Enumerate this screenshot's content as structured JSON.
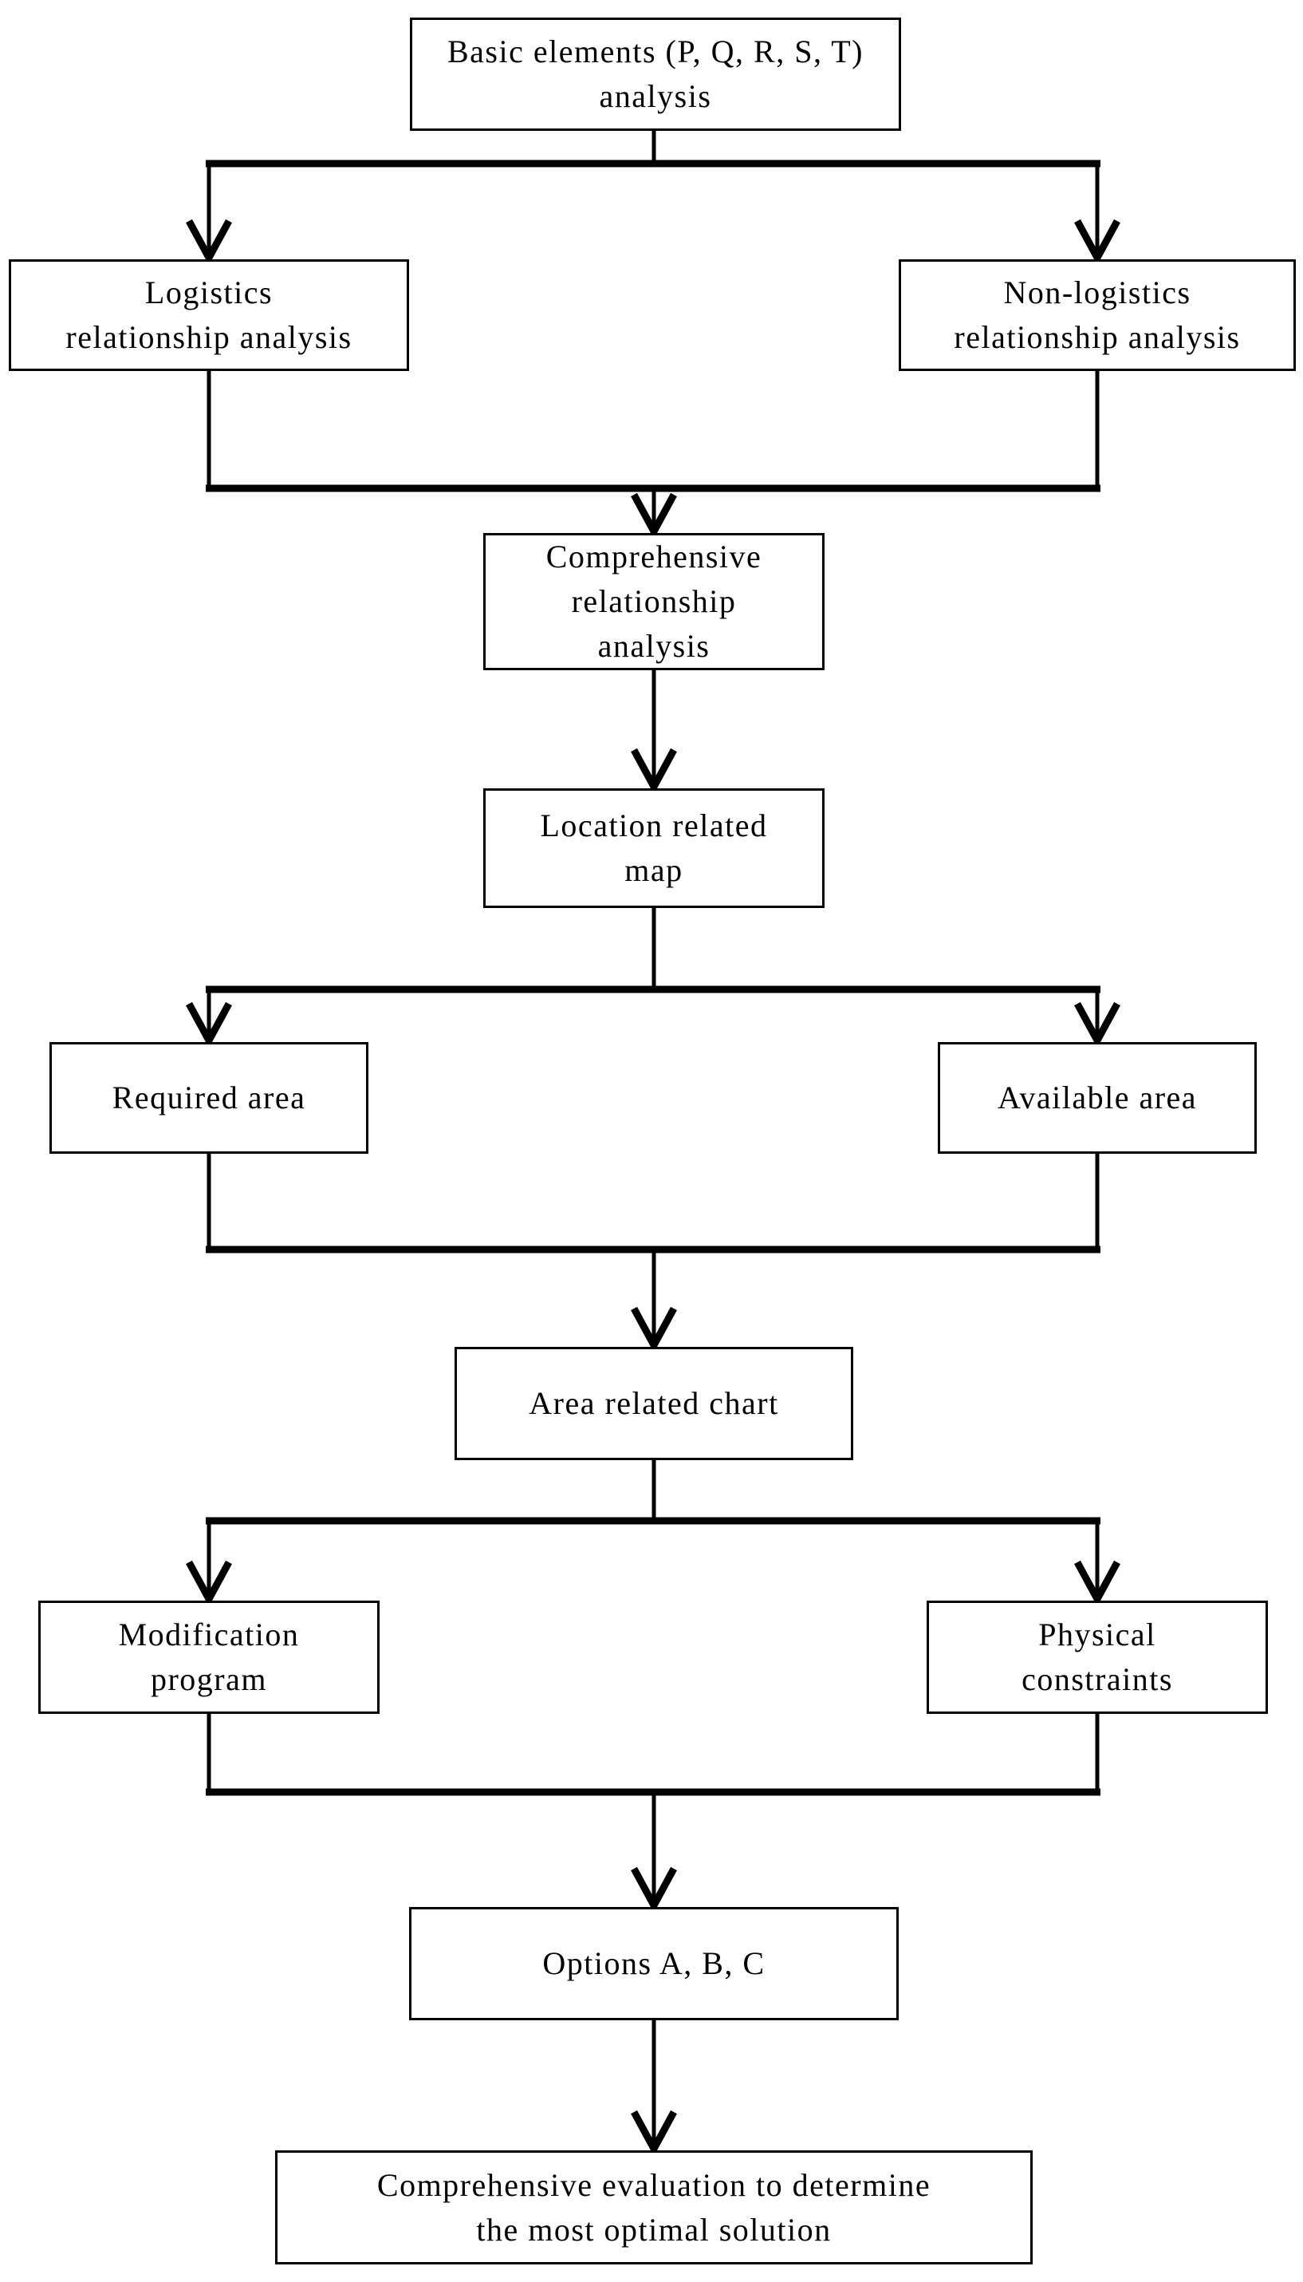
{
  "diagram": {
    "type": "flowchart",
    "background_color": "#ffffff",
    "line_color": "#000000",
    "nodes": {
      "basic_elements": {
        "text": "Basic elements (P, Q, R, S, T)\nanalysis"
      },
      "logistics": {
        "text": "Logistics\nrelationship analysis"
      },
      "non_logistics": {
        "text": "Non-logistics\nrelationship analysis"
      },
      "comprehensive_relationship": {
        "text": "Comprehensive\nrelationship\nanalysis"
      },
      "location_related_map": {
        "text": "Location related\nmap"
      },
      "required_area": {
        "text": "Required area"
      },
      "available_area": {
        "text": "Available area"
      },
      "area_related_chart": {
        "text": "Area related chart"
      },
      "modification_program": {
        "text": "Modification\nprogram"
      },
      "physical_constraints": {
        "text": "Physical\nconstraints"
      },
      "options": {
        "text": "Options A, B, C"
      },
      "comprehensive_evaluation": {
        "text": "Comprehensive evaluation to determine\nthe most optimal solution"
      }
    },
    "edges": [
      {
        "from": "basic_elements",
        "to": "logistics"
      },
      {
        "from": "basic_elements",
        "to": "non_logistics"
      },
      {
        "from": "logistics",
        "to": "comprehensive_relationship"
      },
      {
        "from": "non_logistics",
        "to": "comprehensive_relationship"
      },
      {
        "from": "comprehensive_relationship",
        "to": "location_related_map"
      },
      {
        "from": "location_related_map",
        "to": "required_area"
      },
      {
        "from": "location_related_map",
        "to": "available_area"
      },
      {
        "from": "required_area",
        "to": "area_related_chart"
      },
      {
        "from": "available_area",
        "to": "area_related_chart"
      },
      {
        "from": "area_related_chart",
        "to": "modification_program"
      },
      {
        "from": "area_related_chart",
        "to": "physical_constraints"
      },
      {
        "from": "modification_program",
        "to": "options"
      },
      {
        "from": "physical_constraints",
        "to": "options"
      },
      {
        "from": "options",
        "to": "comprehensive_evaluation"
      }
    ]
  }
}
